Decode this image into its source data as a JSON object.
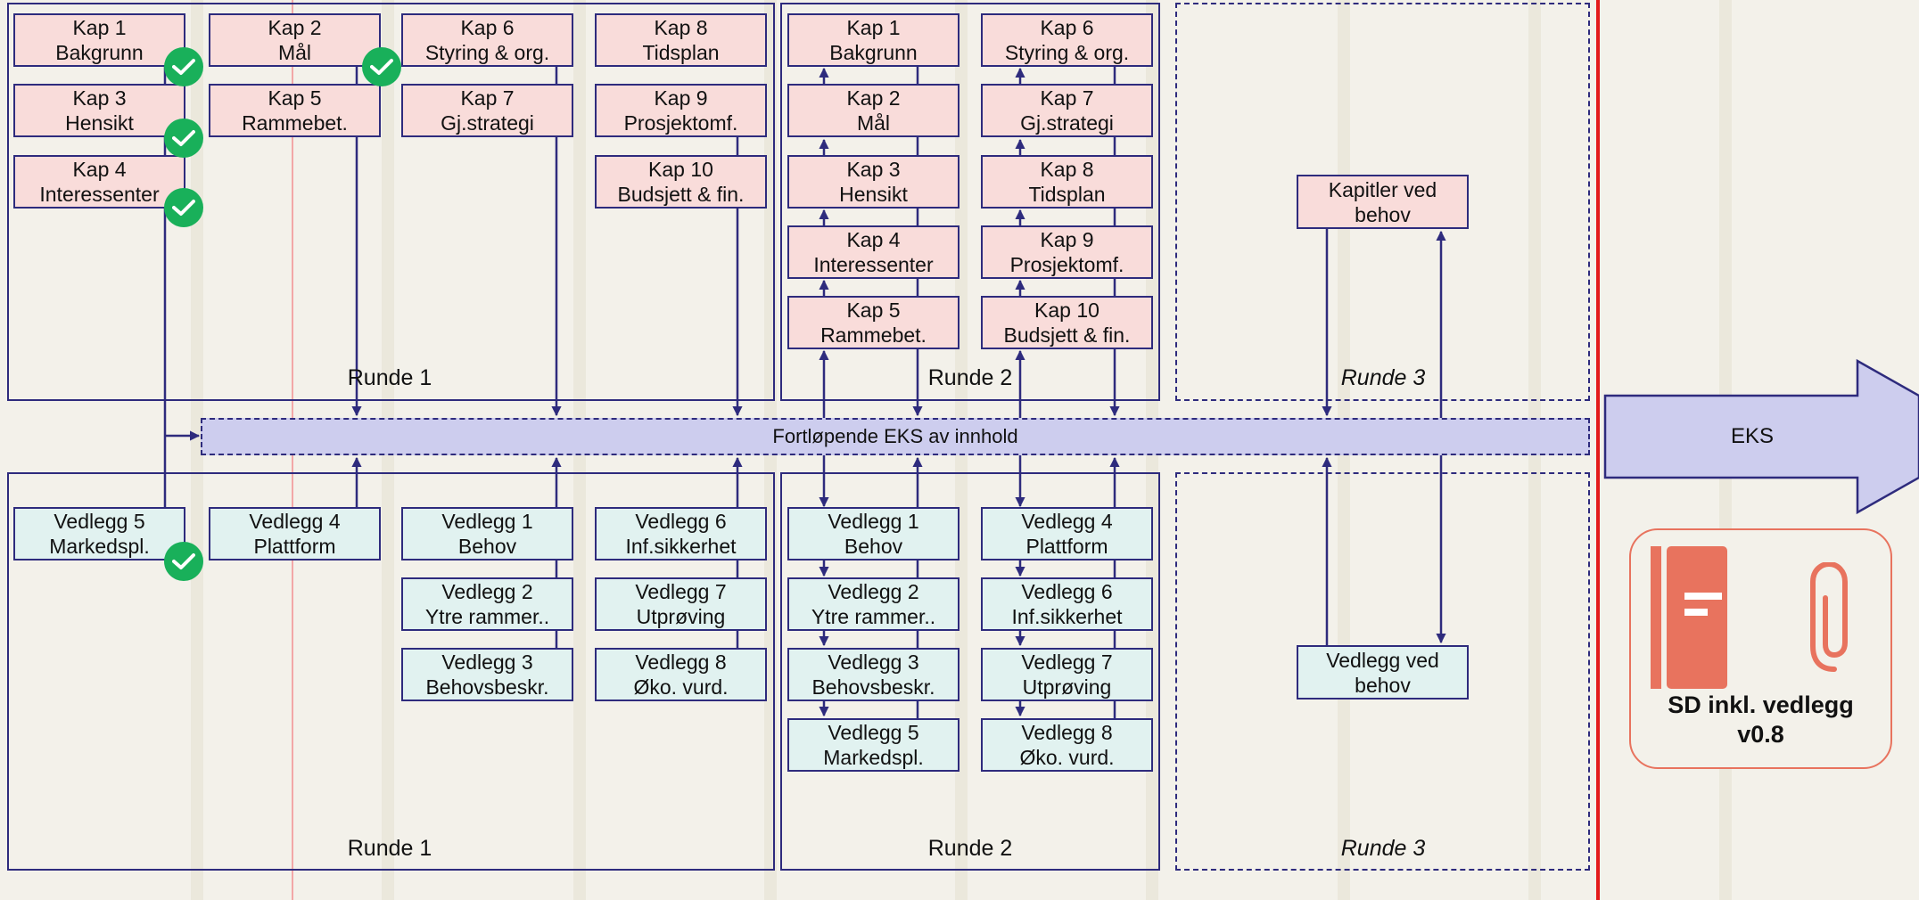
{
  "colors": {
    "kap_fill": "#f9dcda",
    "vedlegg_fill": "#e1f2f0",
    "line": "#2e2b7d",
    "bar_fill": "#cdcdee",
    "check": "#19b05a",
    "deadline": "#e31b1b",
    "doc_accent": "#e8735e"
  },
  "top": {
    "runde1": {
      "label": "Runde 1",
      "boxes": [
        {
          "line1": "Kap 1",
          "line2": "Bakgrunn"
        },
        {
          "line1": "Kap 3",
          "line2": "Hensikt"
        },
        {
          "line1": "Kap 4",
          "line2": "Interessenter"
        },
        {
          "line1": "Kap 2",
          "line2": "Mål"
        },
        {
          "line1": "Kap 5",
          "line2": "Rammebet."
        },
        {
          "line1": "Kap 6",
          "line2": "Styring & org."
        },
        {
          "line1": "Kap 7",
          "line2": "Gj.strategi"
        },
        {
          "line1": "Kap 8",
          "line2": "Tidsplan"
        },
        {
          "line1": "Kap 9",
          "line2": "Prosjektomf."
        },
        {
          "line1": "Kap 10",
          "line2": "Budsjett & fin."
        }
      ]
    },
    "runde2": {
      "label": "Runde 2",
      "boxes": [
        {
          "line1": "Kap 1",
          "line2": "Bakgrunn"
        },
        {
          "line1": "Kap 2",
          "line2": "Mål"
        },
        {
          "line1": "Kap 3",
          "line2": "Hensikt"
        },
        {
          "line1": "Kap 4",
          "line2": "Interessenter"
        },
        {
          "line1": "Kap 5",
          "line2": "Rammebet."
        },
        {
          "line1": "Kap 6",
          "line2": "Styring & org."
        },
        {
          "line1": "Kap 7",
          "line2": "Gj.strategi"
        },
        {
          "line1": "Kap 8",
          "line2": "Tidsplan"
        },
        {
          "line1": "Kap 9",
          "line2": "Prosjektomf."
        },
        {
          "line1": "Kap 10",
          "line2": "Budsjett & fin."
        }
      ]
    },
    "runde3": {
      "label": "Runde 3",
      "box": {
        "line1": "Kapitler ved",
        "line2": "behov"
      }
    }
  },
  "bar": {
    "label": "Fortløpende EKS av innhold"
  },
  "bottom": {
    "runde1": {
      "label": "Runde 1",
      "boxes": [
        {
          "line1": "Vedlegg 5",
          "line2": "Markedspl."
        },
        {
          "line1": "Vedlegg 4",
          "line2": "Plattform"
        },
        {
          "line1": "Vedlegg 1",
          "line2": "Behov"
        },
        {
          "line1": "Vedlegg 2",
          "line2": "Ytre rammer.."
        },
        {
          "line1": "Vedlegg 3",
          "line2": "Behovsbeskr."
        },
        {
          "line1": "Vedlegg 6",
          "line2": "Inf.sikkerhet"
        },
        {
          "line1": "Vedlegg 7",
          "line2": "Utprøving"
        },
        {
          "line1": "Vedlegg 8",
          "line2": "Øko. vurd."
        }
      ]
    },
    "runde2": {
      "label": "Runde 2",
      "boxes": [
        {
          "line1": "Vedlegg 1",
          "line2": "Behov"
        },
        {
          "line1": "Vedlegg 2",
          "line2": "Ytre rammer.."
        },
        {
          "line1": "Vedlegg 3",
          "line2": "Behovsbeskr."
        },
        {
          "line1": "Vedlegg 5",
          "line2": "Markedspl."
        },
        {
          "line1": "Vedlegg 4",
          "line2": "Plattform"
        },
        {
          "line1": "Vedlegg 6",
          "line2": "Inf.sikkerhet"
        },
        {
          "line1": "Vedlegg 7",
          "line2": "Utprøving"
        },
        {
          "line1": "Vedlegg 8",
          "line2": "Øko. vurd."
        }
      ]
    },
    "runde3": {
      "label": "Runde 3",
      "box": {
        "line1": "Vedlegg ved",
        "line2": "behov"
      }
    }
  },
  "eks": {
    "label": "EKS"
  },
  "document": {
    "line1": "SD inkl. vedlegg",
    "line2": "v0.8",
    "icons": [
      "book-icon",
      "paperclip-icon"
    ]
  },
  "checkmarks": [
    "Kap 1",
    "Kap 2",
    "Kap 3",
    "Kap 4",
    "Vedlegg 5"
  ]
}
